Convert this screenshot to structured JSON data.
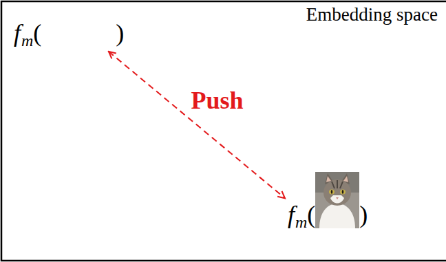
{
  "diagram": {
    "nodes": [
      {
        "text": [
          "f",
          "m",
          "(",
          ")"
        ]
      },
      {
        "text": [
          "f",
          "m",
          "(",
          ")"
        ]
      }
    ],
    "edges": [
      {
        "from": 0,
        "to": 1,
        "arrow": "both",
        "label": "Push"
      }
    ],
    "labels": [
      "Embedding space"
    ]
  }
}
